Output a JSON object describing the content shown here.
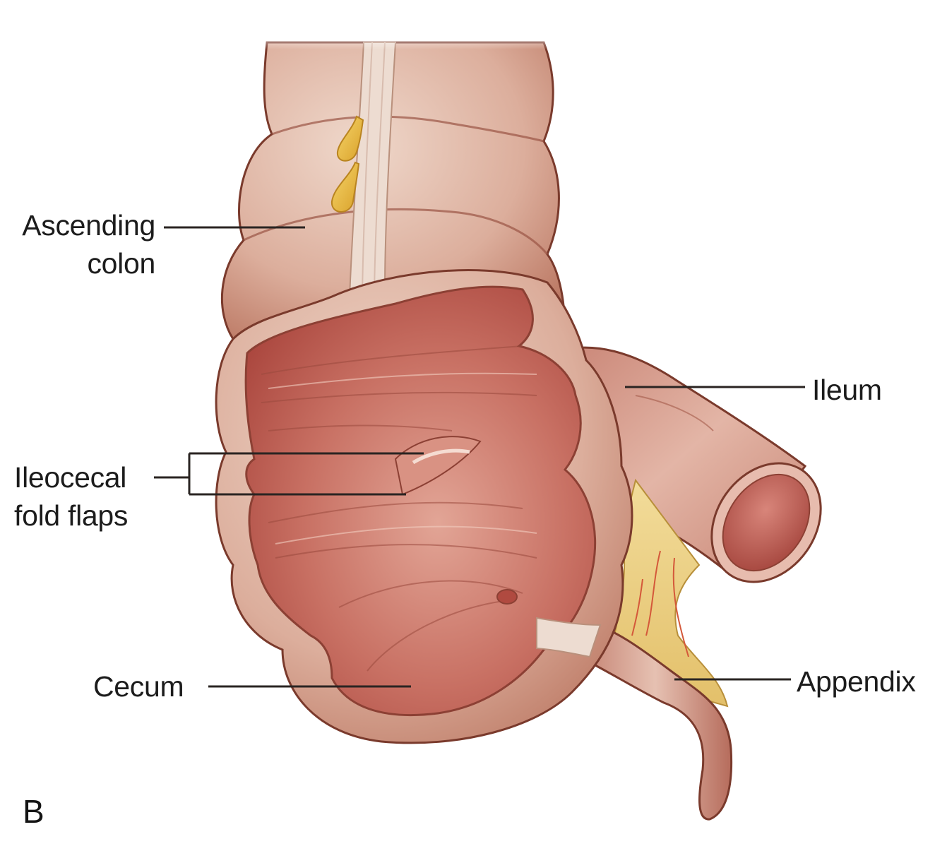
{
  "figure": {
    "panel_letter": "B",
    "subject": "Cecum and ileocecal junction (interior view)"
  },
  "labels": {
    "ascending_colon": {
      "line1": "Ascending",
      "line2": "colon"
    },
    "ileum": {
      "text": "Ileum"
    },
    "ileocecal_fold_flaps": {
      "line1": "Ileocecal",
      "line2": "fold flaps"
    },
    "cecum": {
      "text": "Cecum"
    },
    "appendix": {
      "text": "Appendix"
    }
  },
  "colors": {
    "background": "#ffffff",
    "label_text": "#1c1c1c",
    "leader_line": "#2a2422",
    "colon_outer": "#d9a795",
    "colon_outer_light": "#ecd3c6",
    "colon_outline": "#7a3a2c",
    "lumen_inner": "#b9584e",
    "lumen_light": "#d99283",
    "taenia_band": "#eadbd0",
    "fat_tag": "#e8b840",
    "mesentery_fat": "#e9cf86",
    "vessel": "#d4583a",
    "ileum_outer": "#d9a090",
    "ileum_lumen": "#b85a52"
  }
}
